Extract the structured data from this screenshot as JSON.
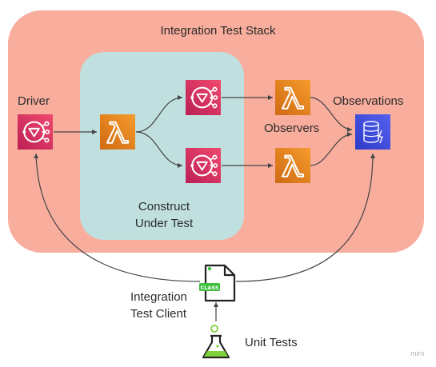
{
  "title": "Integration Test Stack",
  "nodes": {
    "driver": {
      "label": "Driver",
      "icon": "sns-topic-icon"
    },
    "observations": {
      "label": "Observations",
      "icon": "dynamodb-table-icon"
    },
    "observers": {
      "label": "Observers",
      "icon": "lambda-icon"
    },
    "construct_under_test": {
      "line1": "Construct",
      "line2": "Under Test"
    },
    "integration_test_client": {
      "line1": "Integration",
      "line2": "Test Client",
      "badge": "CLASS",
      "icon": "class-file-icon"
    },
    "unit_tests": {
      "label": "Unit Tests",
      "icon": "flask-icon"
    }
  },
  "watermark": "miro",
  "colors": {
    "stack_fill": "#f8ad9d",
    "construct_fill": "#bfe0df",
    "sns_pink": "#d6285c",
    "lambda_orange": "#e8801a",
    "dynamodb_blue": "#3d47d6",
    "class_green": "#3dbf3d"
  }
}
